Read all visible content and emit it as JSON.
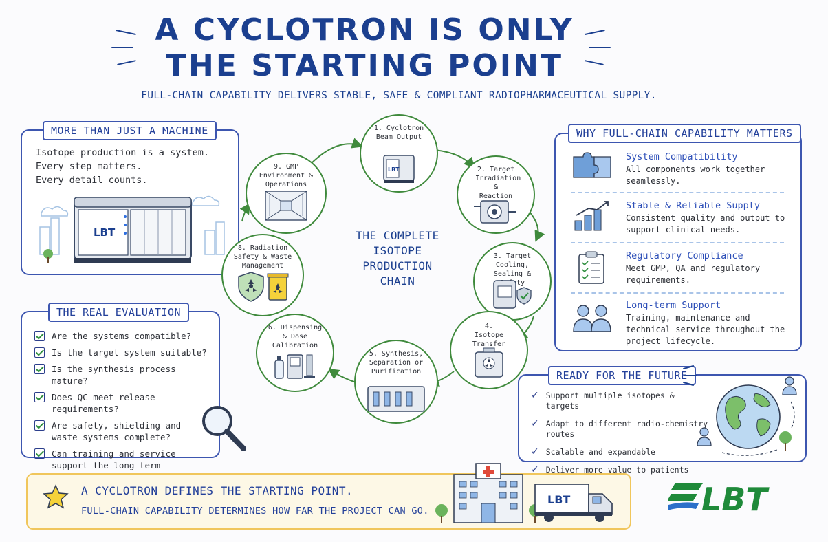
{
  "title": {
    "line1": "A CYCLOTRON IS ONLY",
    "line2": "THE STARTING POINT"
  },
  "subtitle": "FULL-CHAIN CAPABILITY DELIVERS STABLE, SAFE & COMPLIANT RADIOPHARMACEUTICAL SUPPLY.",
  "machine_panel": {
    "heading": "MORE THAN JUST A MACHINE",
    "lines": [
      "Isotope production is a system.",
      "Every step matters.",
      "Every detail counts."
    ],
    "machine_label": "LBT"
  },
  "evaluation_panel": {
    "heading": "THE REAL EVALUATION",
    "items": [
      "Are the systems compatible?",
      "Is the target system suitable?",
      "Is the synthesis process mature?",
      "Does QC meet release requirements?",
      "Are safety, shielding and waste systems complete?",
      "Can training and service support the long-term operation?"
    ]
  },
  "cycle": {
    "center_title": "THE COMPLETE ISOTOPE PRODUCTION CHAIN",
    "steps": [
      "1. Cyclotron Beam Output",
      "2. Target Irradiation & Reaction",
      "3. Target Cooling, Sealing & Safety",
      "4. Isotope Transfer",
      "5. Synthesis, Separation or Purification",
      "6. Dispensing & Dose Calibration",
      "8. Radiation Safety & Waste Management",
      "9. GMP Environment & Operations"
    ],
    "box_label": "LBT"
  },
  "why_panel": {
    "heading": "WHY FULL-CHAIN CAPABILITY MATTERS",
    "items": [
      {
        "title": "System Compatibility",
        "desc": "All components work together seamlessly.",
        "icon": "puzzle-icon"
      },
      {
        "title": "Stable & Reliable Supply",
        "desc": "Consistent quality and output to support clinical needs.",
        "icon": "bar-chart-icon"
      },
      {
        "title": "Regulatory Compliance",
        "desc": "Meet GMP, QA and regulatory requirements.",
        "icon": "clipboard-icon"
      },
      {
        "title": "Long-term Support",
        "desc": "Training, maintenance and technical service throughout the project lifecycle.",
        "icon": "people-icon"
      }
    ]
  },
  "future_panel": {
    "heading": "READY FOR THE FUTURE",
    "items": [
      "Support multiple isotopes & targets",
      "Adapt to different radio-chemistry routes",
      "Scalable and expandable",
      "Deliver more value to patients"
    ]
  },
  "banner": {
    "line1": "A CYCLOTRON DEFINES THE STARTING POINT.",
    "line2": "FULL-CHAIN CAPABILITY DETERMINES HOW FAR THE PROJECT CAN GO.",
    "truck_label": "LBT"
  },
  "logo": {
    "text": "LBT",
    "color": "#1f8a3a"
  },
  "colors": {
    "primary": "#1b3f8f",
    "panel_border": "#3d56b0",
    "cycle_green": "#3f8a3c",
    "banner_bg": "#fdf8e6",
    "banner_border": "#f0c65c"
  }
}
